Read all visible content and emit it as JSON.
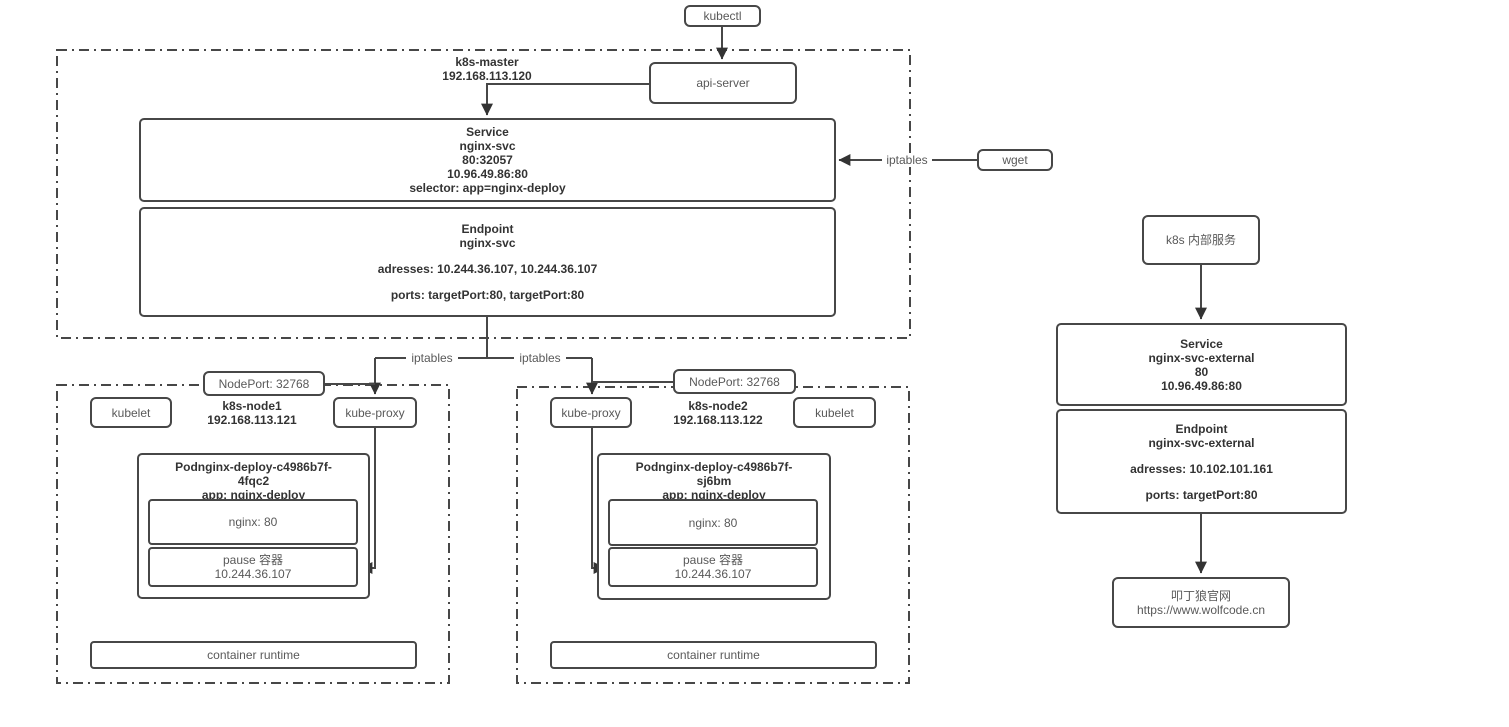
{
  "colors": {
    "border": "#474747",
    "text_dark": "#333333",
    "text_gray": "#595959",
    "canvas_bg": "#ffffff"
  },
  "master": {
    "name": "k8s-master",
    "ip": "192.168.113.120",
    "kubectl": "kubectl",
    "api_server": "api-server",
    "service": {
      "type": "Service",
      "name": "nginx-svc",
      "node_port": "80:32057",
      "cluster_ip": "10.96.49.86:80",
      "selector": "selector: app=nginx-deploy"
    },
    "endpoint": {
      "type": "Endpoint",
      "name": "nginx-svc",
      "addresses": "adresses: 10.244.36.107, 10.244.36.107",
      "ports": "ports: targetPort:80, targetPort:80"
    }
  },
  "external_client": {
    "wget": "wget",
    "iptables": "iptables"
  },
  "routing": {
    "iptables_node1": "iptables",
    "iptables_node2": "iptables"
  },
  "node1": {
    "name": "k8s-node1",
    "ip": "192.168.113.121",
    "kubelet": "kubelet",
    "kube_proxy": "kube-proxy",
    "nodeport": "NodePort: 32768",
    "pod": {
      "title1": "Podnginx-deploy-c4986b7f-",
      "title2": "4fqc2",
      "app": "app: nginx-deploy",
      "nginx": "nginx: 80",
      "pause_name": "pause 容器",
      "pause_ip": "10.244.36.107"
    },
    "runtime": "container runtime"
  },
  "node2": {
    "name": "k8s-node2",
    "ip": "192.168.113.122",
    "kubelet": "kubelet",
    "kube_proxy": "kube-proxy",
    "nodeport": "NodePort: 32768",
    "pod": {
      "title1": "Podnginx-deploy-c4986b7f-",
      "title2": "sj6bm",
      "app": "app: nginx-deploy",
      "nginx": "nginx: 80",
      "pause_name": "pause 容器",
      "pause_ip": "10.244.36.107"
    },
    "runtime": "container runtime"
  },
  "external_service": {
    "entry": "k8s 内部服务",
    "service": {
      "type": "Service",
      "name": "nginx-svc-external",
      "port": "80",
      "cluster_ip": "10.96.49.86:80"
    },
    "endpoint": {
      "type": "Endpoint",
      "name": "nginx-svc-external",
      "addresses": "adresses: 10.102.101.161",
      "ports": "ports: targetPort:80"
    },
    "website": {
      "name": "叩丁狼官网",
      "url": "https://www.wolfcode.cn"
    }
  }
}
